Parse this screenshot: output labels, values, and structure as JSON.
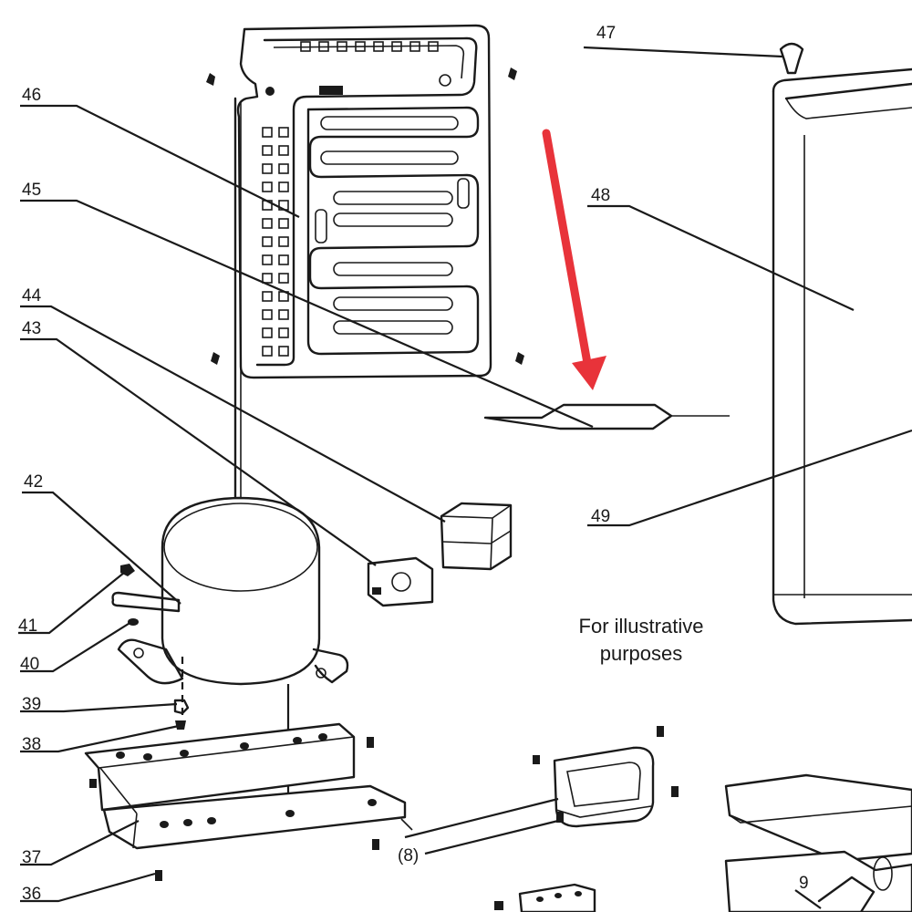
{
  "callouts": {
    "c36": "36",
    "c37": "37",
    "c38": "38",
    "c39": "39",
    "c40": "40",
    "c41": "41",
    "c42": "42",
    "c43": "43",
    "c44": "44",
    "c45": "45",
    "c46": "46",
    "c47": "47",
    "c48": "48",
    "c49": "49",
    "c8": "(8)",
    "c9": "9"
  },
  "note": {
    "line1": "For illustrative",
    "line2": "purposes"
  },
  "colors": {
    "ink": "#1a1a1a",
    "arrow": "#e8333a",
    "background": "#ffffff"
  },
  "icons": [
    "evaporator-plate",
    "compressor",
    "thermostat-box",
    "relay-box",
    "mounting-bracket",
    "door-shelf",
    "cabinet",
    "screw"
  ]
}
